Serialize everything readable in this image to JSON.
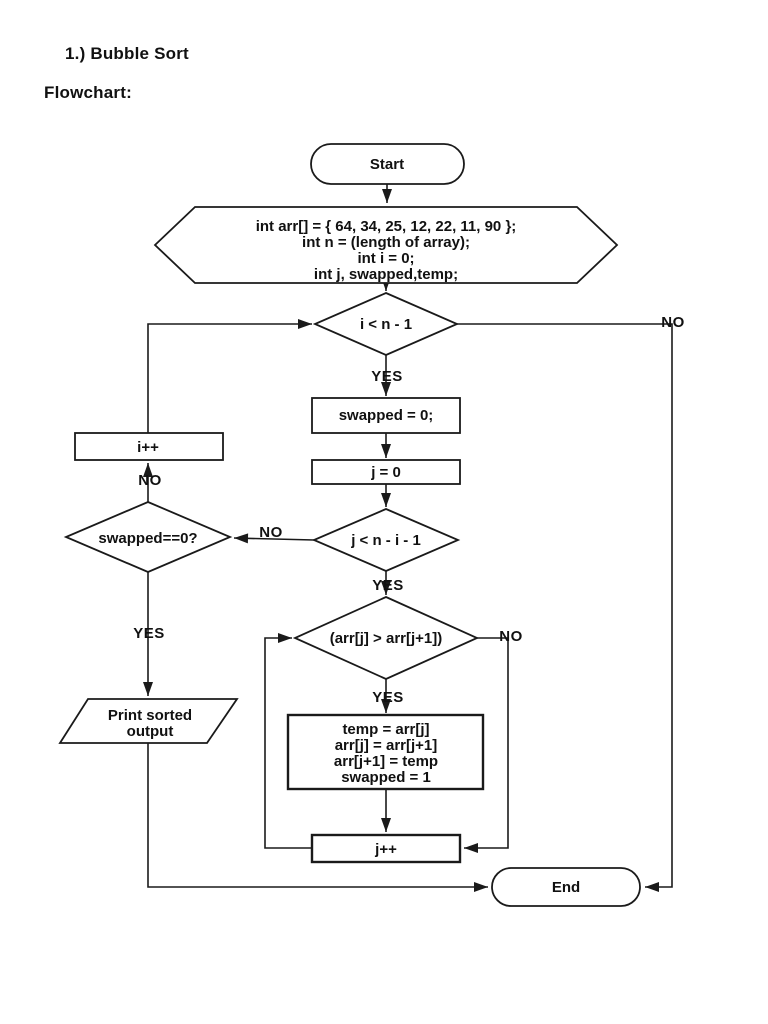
{
  "page": {
    "title": "1.) Bubble Sort",
    "subtitle": "Flowchart:"
  },
  "colors": {
    "background": "#ffffff",
    "stroke": "#1a1a1a",
    "shape_fill": "#ffffff",
    "text": "#111111"
  },
  "flowchart": {
    "nodes": {
      "start": {
        "type": "terminator",
        "label": "Start"
      },
      "init": {
        "type": "preparation",
        "lines": [
          "int arr[] = { 64, 34, 25, 12, 22, 11, 90 };",
          "int n = (length of array);",
          "int i = 0;",
          "int j, swapped,temp;"
        ]
      },
      "outer_condition": {
        "type": "decision",
        "label": "i < n - 1"
      },
      "reset_swapped": {
        "type": "process",
        "label": "swapped = 0;"
      },
      "reset_j": {
        "type": "process",
        "label": "j = 0"
      },
      "inner_condition": {
        "type": "decision",
        "label": "j < n - i - 1"
      },
      "compare": {
        "type": "decision",
        "label": "(arr[j] > arr[j+1])"
      },
      "swap": {
        "type": "process",
        "lines": [
          "temp = arr[j]",
          "arr[j] = arr[j+1]",
          "arr[j+1] = temp",
          "swapped = 1"
        ]
      },
      "increment_j": {
        "type": "process",
        "label": "j++"
      },
      "check_swapped": {
        "type": "decision",
        "label": "swapped==0?"
      },
      "increment_i": {
        "type": "process",
        "label": "i++"
      },
      "print_output": {
        "type": "input-output",
        "lines": [
          "Print sorted",
          "output"
        ]
      },
      "end": {
        "type": "terminator",
        "label": "End"
      }
    },
    "edge_labels": {
      "outer_yes": "YES",
      "outer_no": "NO",
      "inner_yes": "YES",
      "inner_no": "NO",
      "compare_yes": "YES",
      "compare_no": "NO",
      "check_no": "NO",
      "check_yes": "YES"
    }
  }
}
